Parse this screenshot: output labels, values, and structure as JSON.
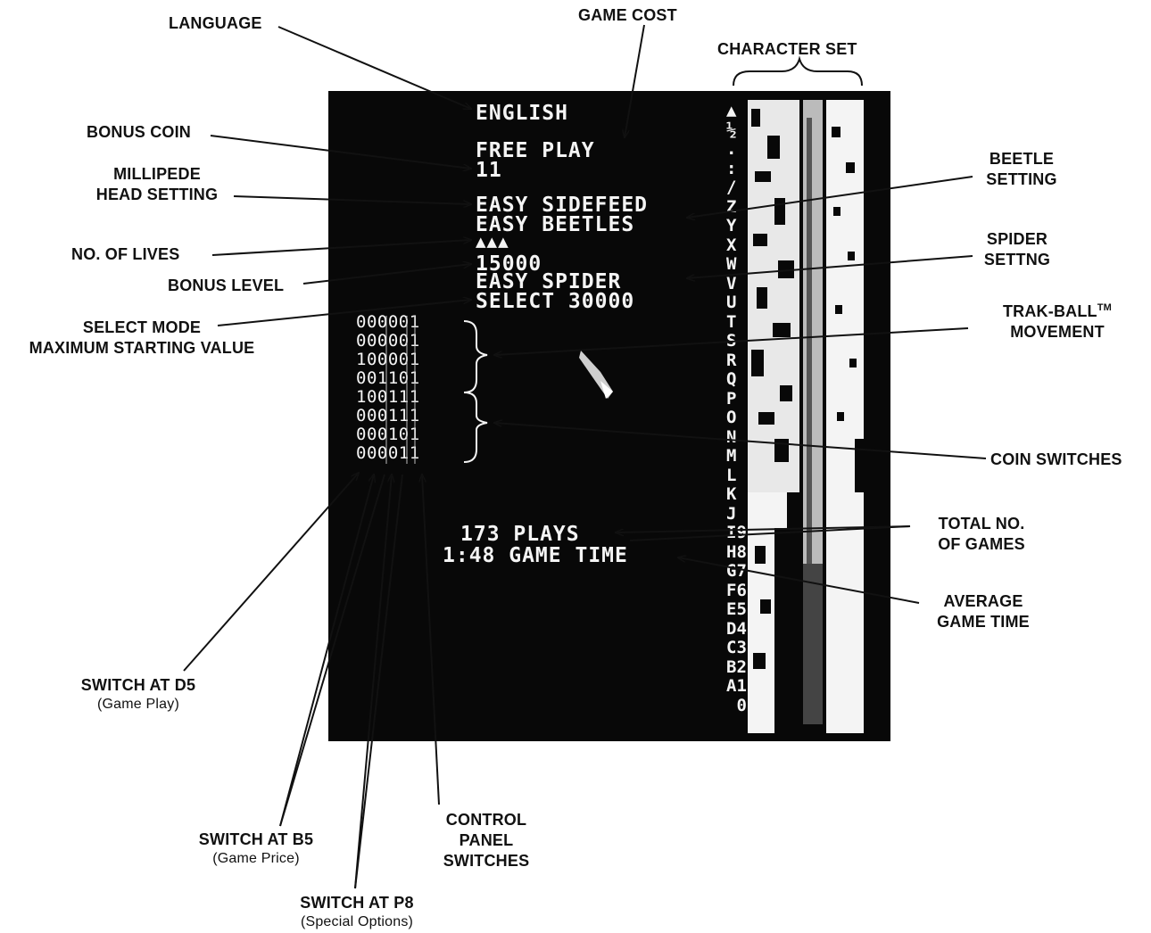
{
  "labels": {
    "language": "LANGUAGE",
    "game_cost": "GAME COST",
    "character_set": "CHARACTER SET",
    "bonus_coin": "BONUS COIN",
    "millipede_head_1": "MILLIPEDE",
    "millipede_head_2": "HEAD SETTING",
    "beetle_1": "BEETLE",
    "beetle_2": "SETTING",
    "no_of_lives": "NO. OF LIVES",
    "spider_1": "SPIDER",
    "spider_2": "SETTNG",
    "bonus_level": "BONUS LEVEL",
    "select_mode_1": "SELECT MODE",
    "select_mode_2": "MAXIMUM STARTING VALUE",
    "trakball_1": "TRAK-BALL",
    "trakball_tm": "TM",
    "trakball_2": "MOVEMENT",
    "coin_switches": "COIN SWITCHES",
    "total_games_1": "TOTAL NO.",
    "total_games_2": "OF GAMES",
    "avg_time_1": "AVERAGE",
    "avg_time_2": "GAME TIME",
    "switch_d5": "SWITCH AT D5",
    "switch_d5_sub": "(Game Play)",
    "switch_b5": "SWITCH AT B5",
    "switch_b5_sub": "(Game Price)",
    "switch_p8": "SWITCH AT P8",
    "switch_p8_sub": "(Special Options)",
    "control_1": "CONTROL",
    "control_2": "PANEL",
    "control_3": "SWITCHES"
  },
  "screen": {
    "language": "ENGLISH",
    "game_cost": "FREE PLAY",
    "bonus_coin": "11",
    "head_setting": "EASY SIDEFEED",
    "beetle_setting": "EASY BEETLES",
    "lives_icon": "millipede-ship-icon",
    "lives_count": 3,
    "bonus_level": "15000",
    "spider_setting": "EASY SPIDER",
    "select_mode": "SELECT 30000",
    "switch_rows": [
      "000001",
      "000001",
      "100001",
      "001101",
      "100111",
      "000111",
      "000101",
      "000011"
    ],
    "plays": "173 PLAYS",
    "game_time": "1:48 GAME TIME",
    "charset_letters": "▲\n½\n.\n:\n/\nZ\nY\nX\nW\nV\nU\nT\nS\nR\nQ\nP\nO\nN\nM\nL\nK\nJ\nI9\nH8\nG7\nF6\nE5\nD4\nC3\nB2\nA1\n 0"
  },
  "colors": {
    "screen_bg": "#080808",
    "screen_text": "#f4f4f4",
    "ink": "#111111"
  }
}
